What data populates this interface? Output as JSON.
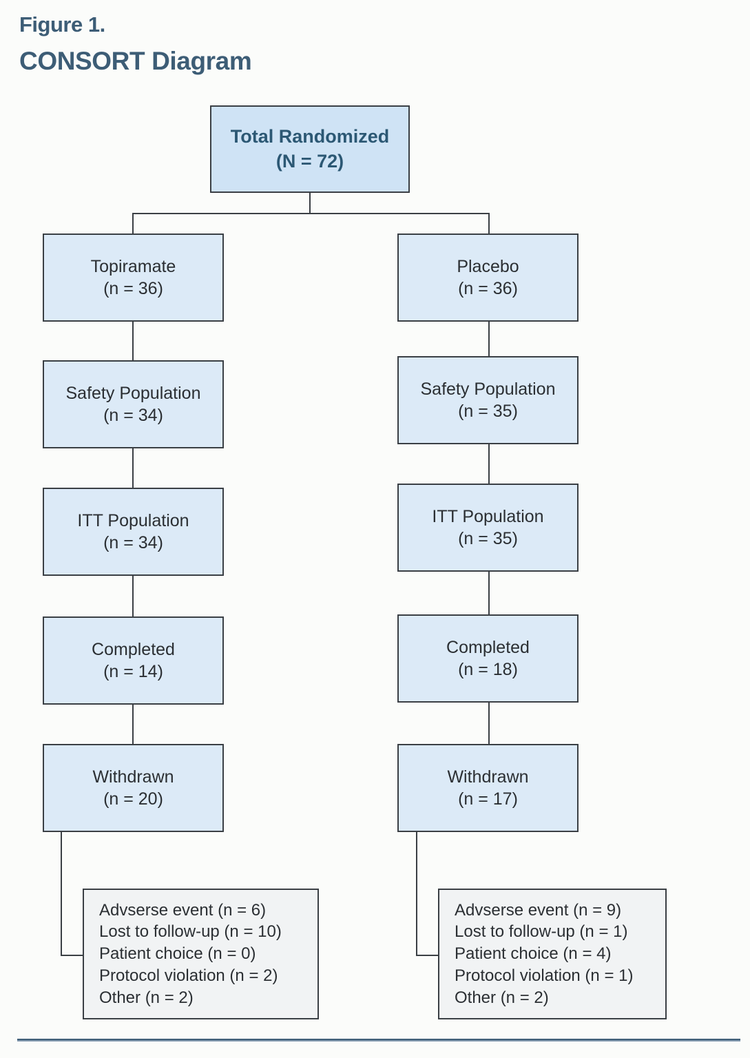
{
  "figure": {
    "label": "Figure 1.",
    "title": "CONSORT Diagram"
  },
  "colors": {
    "title": "#3d5d76",
    "node_fill": "#dceaf7",
    "root_fill": "#cfe3f5",
    "detail_fill": "#f1f3f4",
    "border": "#3a3f44",
    "rule": "#7e95ab",
    "background": "#fbfcfa"
  },
  "diagram": {
    "type": "flowchart",
    "root": {
      "line1": "Total Randomized",
      "line2": "(N = 72)"
    },
    "arms": [
      {
        "name": "topiramate",
        "steps": [
          {
            "line1": "Topiramate",
            "line2": "(n = 36)"
          },
          {
            "line1": "Safety Population",
            "line2": "(n = 34)"
          },
          {
            "line1": "ITT Population",
            "line2": "(n = 34)"
          },
          {
            "line1": "Completed",
            "line2": "(n = 14)"
          },
          {
            "line1": "Withdrawn",
            "line2": "(n = 20)"
          }
        ],
        "withdrawal_reasons": [
          "Advserse event (n = 6)",
          "Lost to follow-up (n = 10)",
          "Patient choice (n = 0)",
          "Protocol violation (n = 2)",
          "Other (n = 2)"
        ]
      },
      {
        "name": "placebo",
        "steps": [
          {
            "line1": "Placebo",
            "line2": "(n = 36)"
          },
          {
            "line1": "Safety Population",
            "line2": "(n = 35)"
          },
          {
            "line1": "ITT Population",
            "line2": "(n = 35)"
          },
          {
            "line1": "Completed",
            "line2": "(n = 18)"
          },
          {
            "line1": "Withdrawn",
            "line2": "(n = 17)"
          }
        ],
        "withdrawal_reasons": [
          "Advserse event (n = 9)",
          "Lost to follow-up (n = 1)",
          "Patient choice (n = 4)",
          "Protocol violation (n = 1)",
          "Other (n = 2)"
        ]
      }
    ]
  }
}
